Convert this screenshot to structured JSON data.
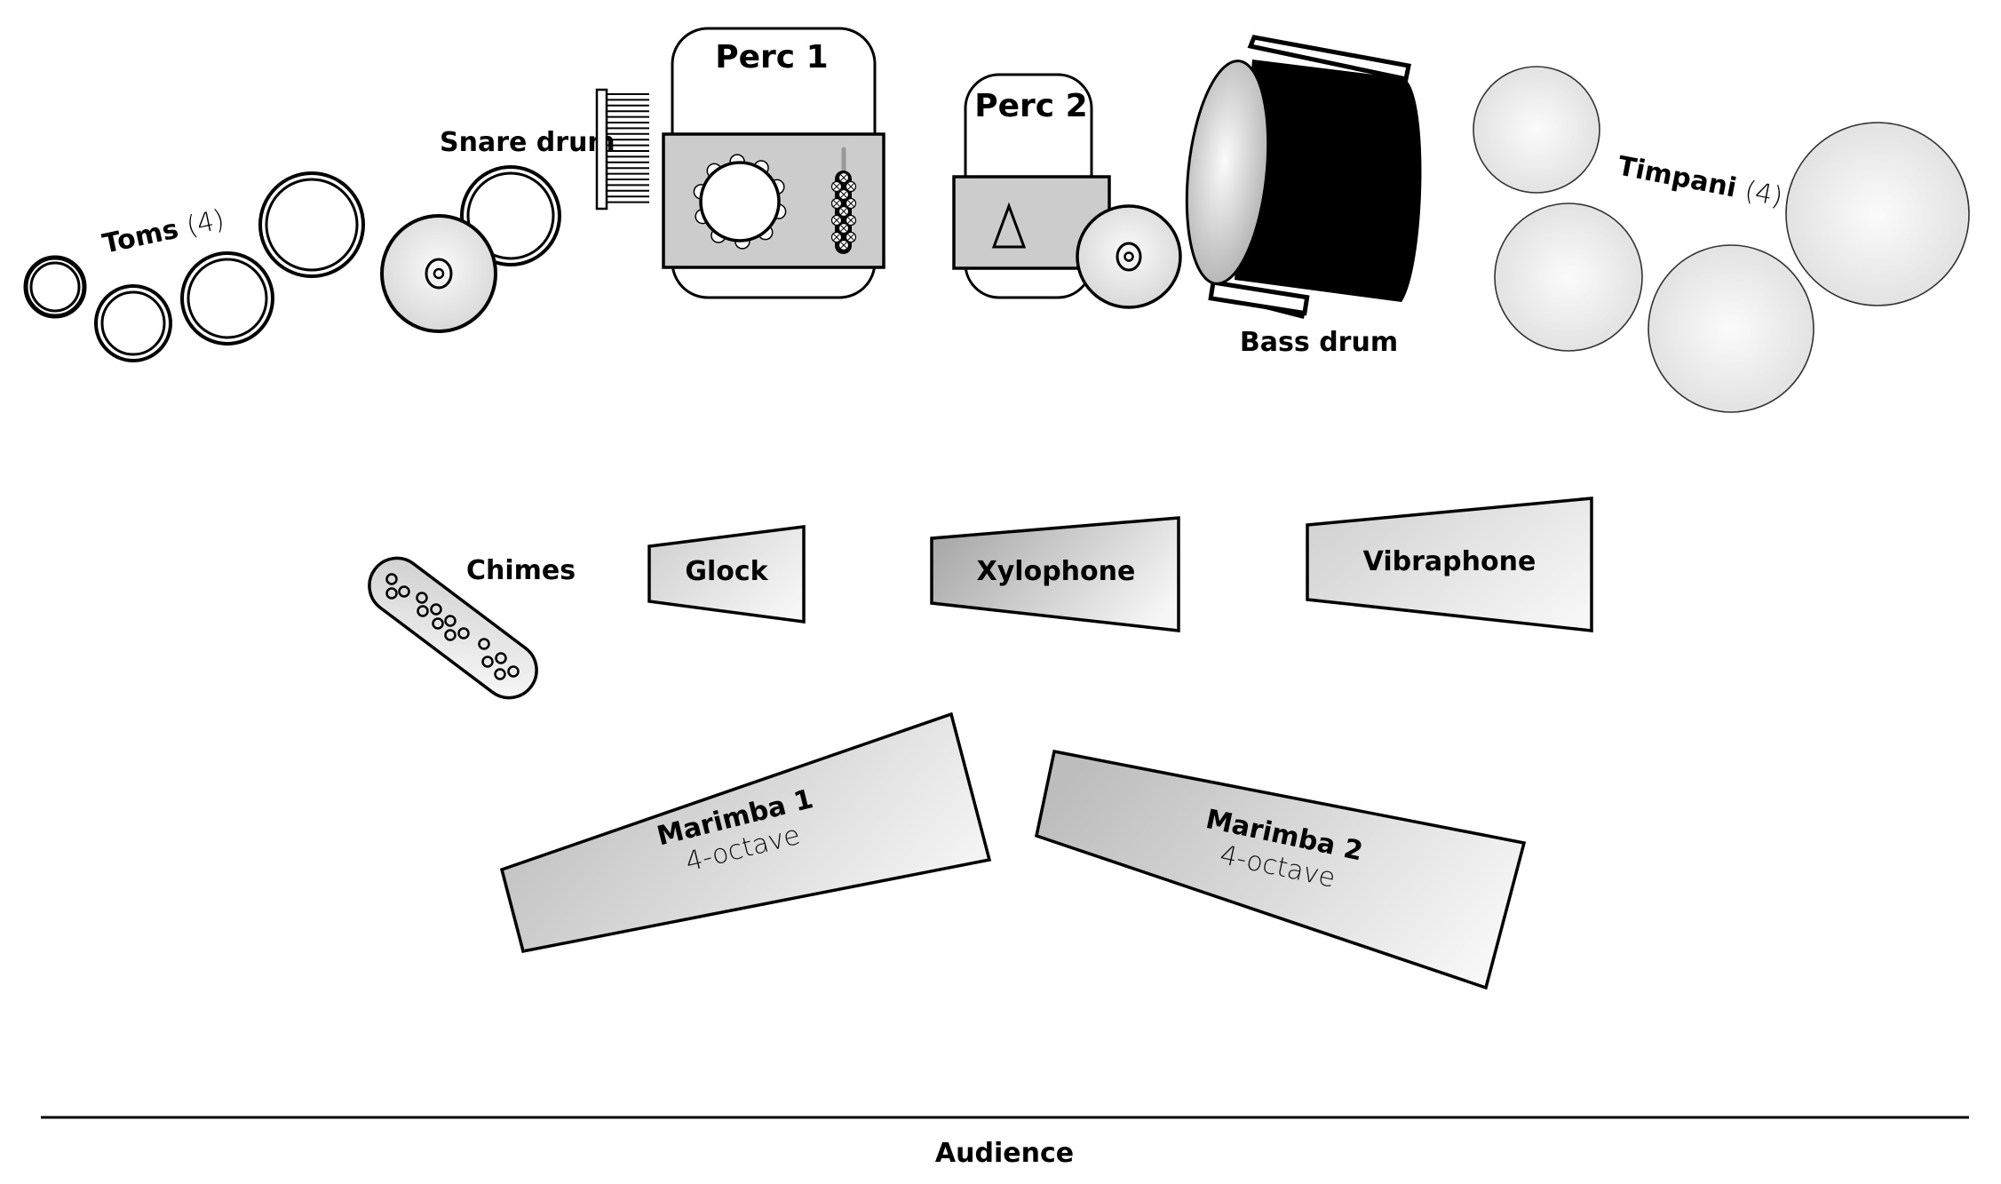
{
  "diagram": {
    "title": "Percussion section stage layout",
    "colors": {
      "stroke": "#000000",
      "panel_gray": "#cccccc",
      "bass_drum_body": "#000000",
      "gradient_dark": "#a8a8a8",
      "gradient_light": "#f8f8f8"
    },
    "instruments": {
      "toms": {
        "name": "Toms",
        "count_label": "(4)",
        "count": 4
      },
      "snare": {
        "name": "Snare drum"
      },
      "perc1": {
        "name": "Perc 1",
        "items": [
          "tambourine",
          "shaker",
          "brush"
        ]
      },
      "perc2": {
        "name": "Perc 2",
        "items": [
          "triangle",
          "suspended cymbal"
        ]
      },
      "bass_drum": {
        "name": "Bass drum"
      },
      "timpani": {
        "name": "Timpani",
        "count_label": "(4)",
        "count": 4
      },
      "chimes": {
        "name": "Chimes"
      },
      "glock": {
        "name": "Glock"
      },
      "xylophone": {
        "name": "Xylophone"
      },
      "vibraphone": {
        "name": "Vibraphone"
      },
      "marimba1": {
        "name": "Marimba 1",
        "size": "4-octave"
      },
      "marimba2": {
        "name": "Marimba 2",
        "size": "4-octave"
      }
    },
    "audience": {
      "label": "Audience"
    }
  }
}
